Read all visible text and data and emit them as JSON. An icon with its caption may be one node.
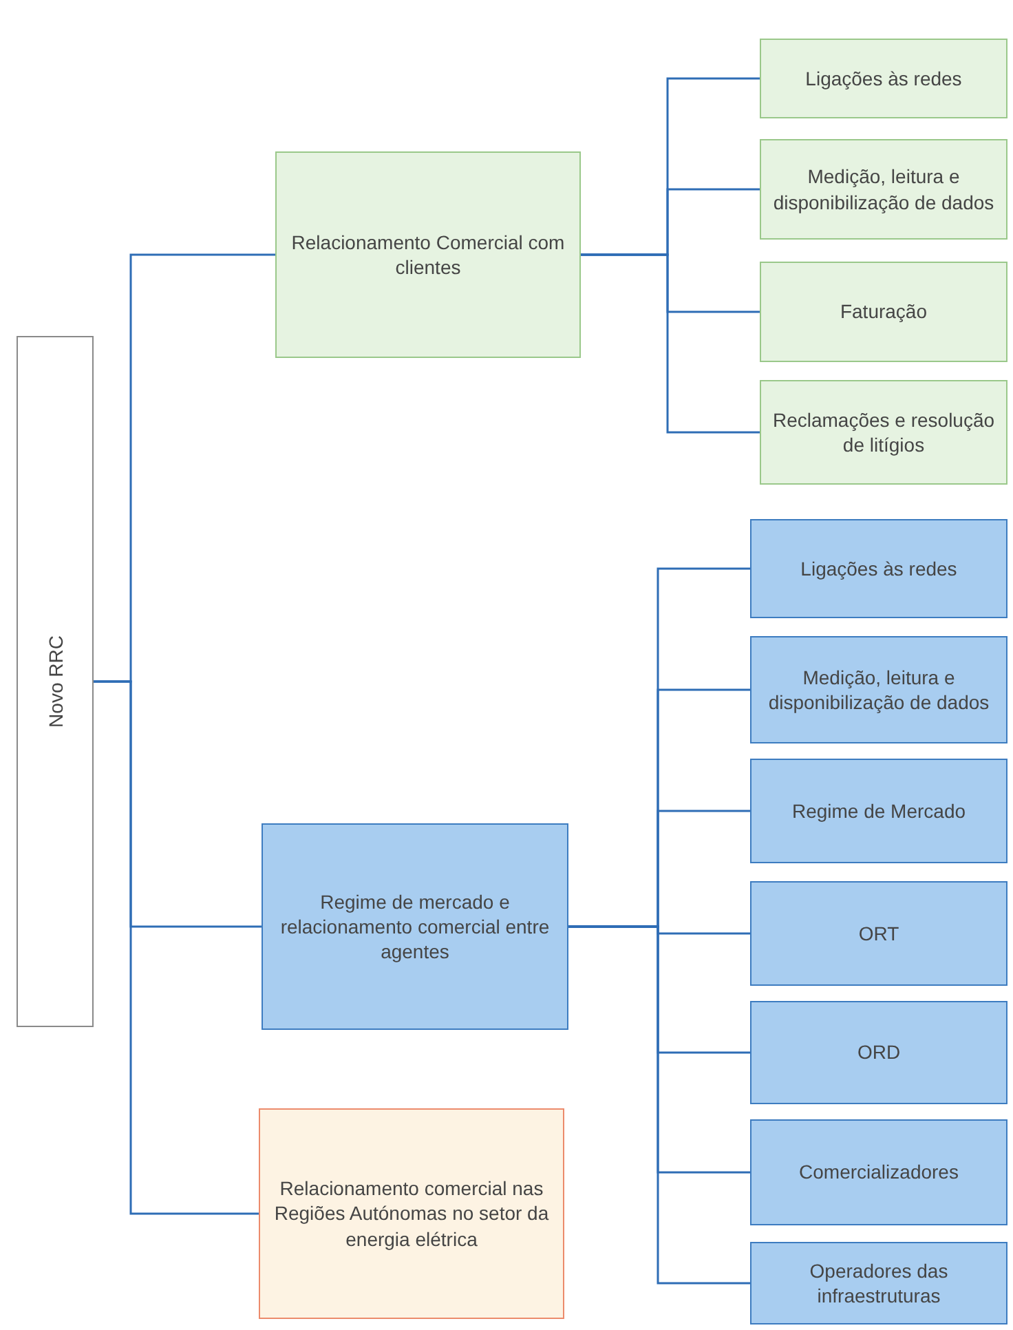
{
  "diagram": {
    "nodes": [
      {
        "text": [
          "Novo RRC"
        ]
      },
      {
        "text": [
          "Relacionamento Comercial com clientes"
        ]
      },
      {
        "text": [
          "Ligações às redes"
        ]
      },
      {
        "text": [
          "Medição, leitura e disponibilização de dados"
        ]
      },
      {
        "text": [
          "Faturação"
        ]
      },
      {
        "text": [
          "Reclamações e resolução de litígios"
        ]
      },
      {
        "text": [
          "Regime de mercado e relacionamento comercial entre agentes"
        ]
      },
      {
        "text": [
          "Ligações às redes"
        ]
      },
      {
        "text": [
          "Medição, leitura e disponibilização de dados"
        ]
      },
      {
        "text": [
          "Regime de Mercado"
        ]
      },
      {
        "text": [
          "ORT"
        ]
      },
      {
        "text": [
          "ORD"
        ]
      },
      {
        "text": [
          "Comercializadores"
        ]
      },
      {
        "text": [
          "Operadores das infraestruturas"
        ]
      },
      {
        "text": [
          "Relacionamento comercial nas Regiões Autónomas no setor da energia elétrica"
        ]
      }
    ],
    "edges": [
      {
        "from": 0,
        "to": 1,
        "arrow": "none"
      },
      {
        "from": 0,
        "to": 6,
        "arrow": "none"
      },
      {
        "from": 0,
        "to": 14,
        "arrow": "none"
      },
      {
        "from": 1,
        "to": 2,
        "arrow": "none"
      },
      {
        "from": 1,
        "to": 3,
        "arrow": "none"
      },
      {
        "from": 1,
        "to": 4,
        "arrow": "none"
      },
      {
        "from": 1,
        "to": 5,
        "arrow": "none"
      },
      {
        "from": 6,
        "to": 7,
        "arrow": "none"
      },
      {
        "from": 6,
        "to": 8,
        "arrow": "none"
      },
      {
        "from": 6,
        "to": 9,
        "arrow": "none"
      },
      {
        "from": 6,
        "to": 10,
        "arrow": "none"
      },
      {
        "from": 6,
        "to": 11,
        "arrow": "none"
      },
      {
        "from": 6,
        "to": 12,
        "arrow": "none"
      },
      {
        "from": 6,
        "to": 13,
        "arrow": "none"
      }
    ]
  }
}
